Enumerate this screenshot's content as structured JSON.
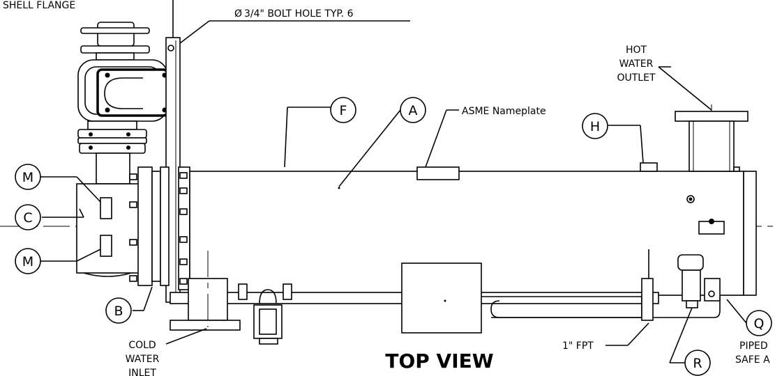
{
  "drawing": {
    "view_title": "TOP VIEW",
    "notes": {
      "shell_flange": "SHELL FLANGE",
      "bolt_hole": "3/4\" BOLT HOLE TYP. 6",
      "diameter_symbol": "Ø",
      "hot_water_outlet": [
        "HOT",
        "WATER",
        "OUTLET"
      ],
      "asme_nameplate": "ASME Nameplate",
      "cold_water_inlet": [
        "COLD",
        "WATER",
        "INLET"
      ],
      "fpt": "1\" FPT",
      "piped_safe": [
        "PIPED",
        "SAFE A"
      ]
    },
    "callouts": {
      "A": "A",
      "B": "B",
      "C": "C",
      "F": "F",
      "H": "H",
      "M1": "M",
      "M2": "M",
      "Q": "Q",
      "R": "R"
    }
  }
}
